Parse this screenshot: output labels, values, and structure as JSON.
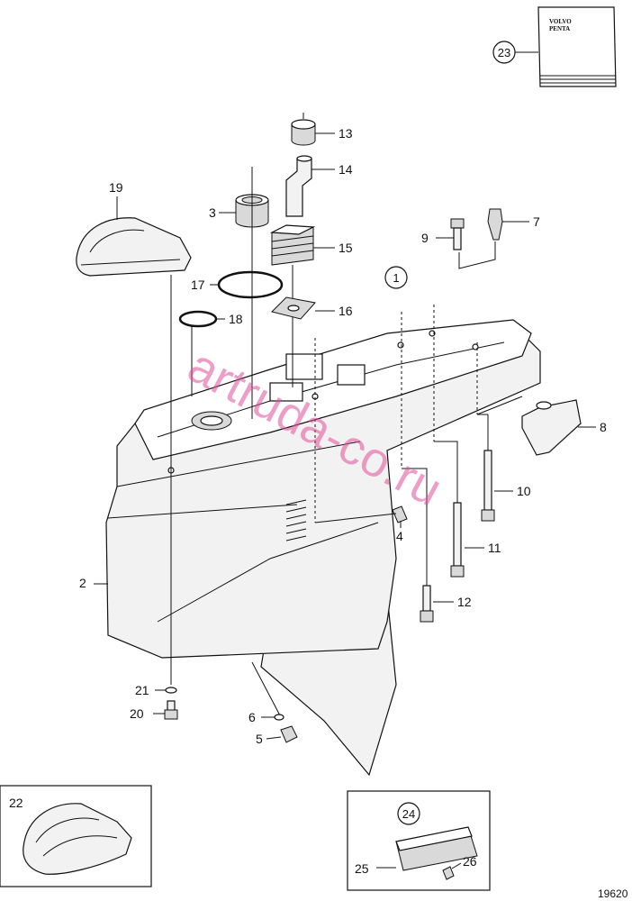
{
  "watermark": "artruda-co.ru",
  "figure_number": "19620",
  "manual_brand": [
    "VOLVO",
    "PENTA"
  ],
  "callouts": {
    "c1": "1",
    "c2": "2",
    "c3": "3",
    "c4": "4",
    "c5": "5",
    "c6": "6",
    "c7": "7",
    "c8": "8",
    "c9": "9",
    "c10": "10",
    "c11": "11",
    "c12": "12",
    "c13": "13",
    "c14": "14",
    "c15": "15",
    "c16": "16",
    "c17": "17",
    "c18": "18",
    "c19": "19",
    "c20": "20",
    "c21": "21",
    "c22": "22",
    "c23": "23",
    "c24": "24",
    "c25": "25",
    "c26": "26"
  }
}
